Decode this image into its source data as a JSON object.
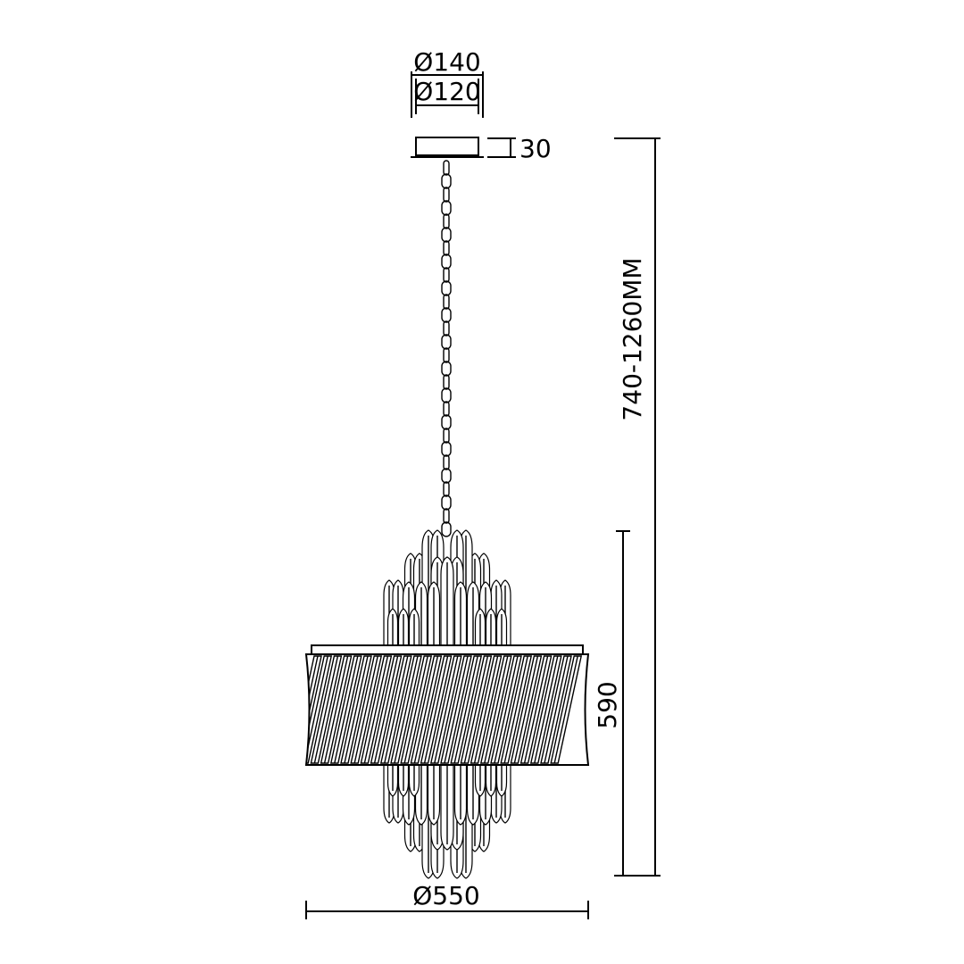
{
  "dimensions": {
    "canopy_outer_diameter": "Ø140",
    "canopy_inner_diameter": "Ø120",
    "canopy_height": "30",
    "overall_height": "740-1260MM",
    "body_height": "590",
    "body_diameter": "Ø550"
  },
  "colors": {
    "line": "#000000",
    "background": "#ffffff"
  }
}
